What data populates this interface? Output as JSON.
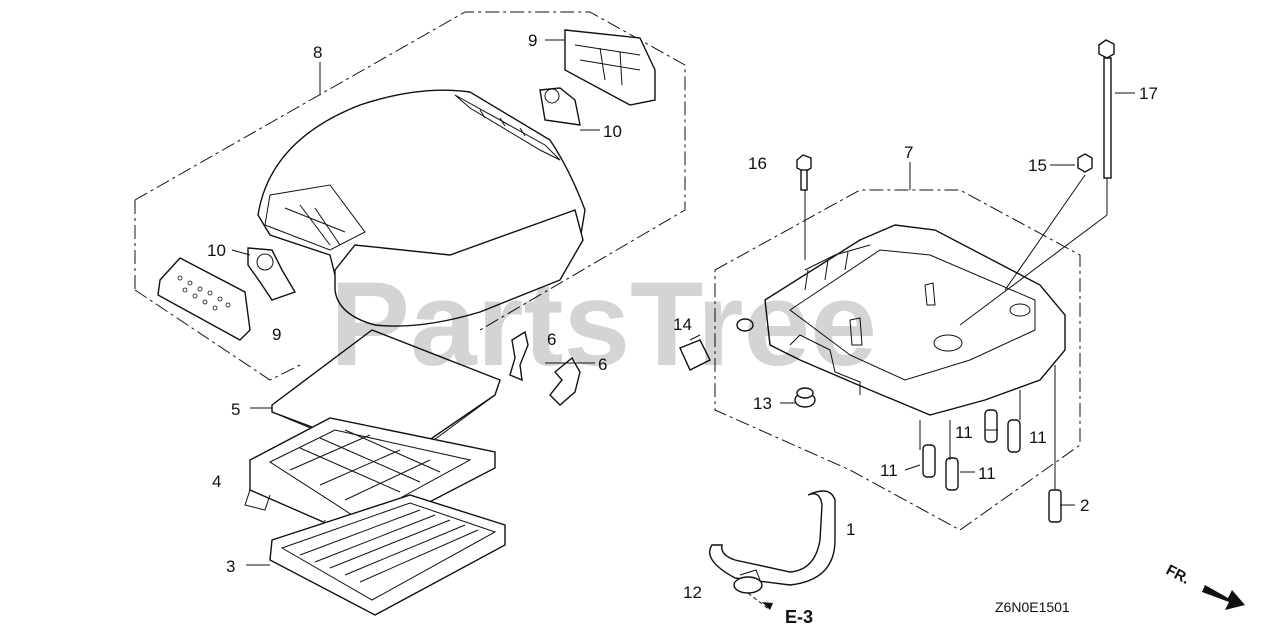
{
  "watermark": "PartsTree",
  "diagram_code": "Z6N0E1501",
  "direction_label": "FR.",
  "reference": "E-3",
  "callouts": {
    "c1": "1",
    "c2": "2",
    "c3": "3",
    "c4": "4",
    "c5": "5",
    "c6a": "6",
    "c6b": "6",
    "c7": "7",
    "c8": "8",
    "c9a": "9",
    "c9b": "9",
    "c10a": "10",
    "c10b": "10",
    "c11a": "11",
    "c11b": "11",
    "c11c": "11",
    "c11d": "11",
    "c12": "12",
    "c13": "13",
    "c14": "14",
    "c15": "15",
    "c16": "16",
    "c17": "17"
  }
}
